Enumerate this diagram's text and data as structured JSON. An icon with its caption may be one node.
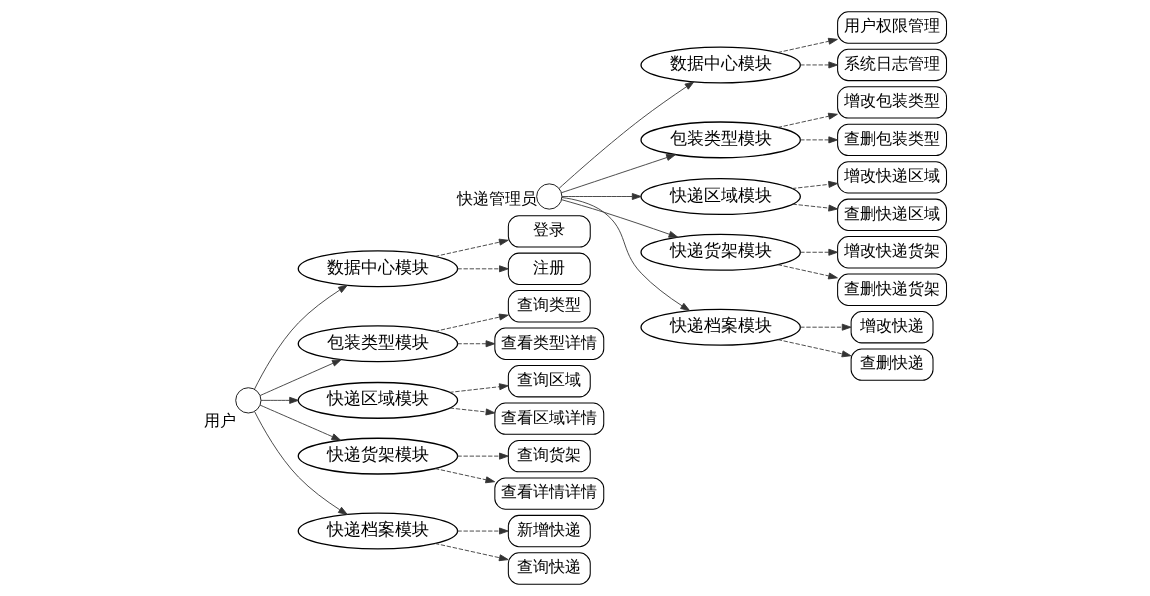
{
  "diagram": {
    "nodes": [
      {
        "text": [],
        "shape": "person",
        "beside": [
          "用户"
        ]
      },
      {
        "text": [
          "数据中心模块"
        ]
      },
      {
        "text": [
          "包装类型模块"
        ]
      },
      {
        "text": [
          "快递区域模块"
        ]
      },
      {
        "text": [
          "快递货架模块"
        ]
      },
      {
        "text": [
          "快递档案模块"
        ]
      },
      {
        "text": [
          "登录"
        ]
      },
      {
        "text": [
          "注册"
        ]
      },
      {
        "text": [
          "查询类型"
        ]
      },
      {
        "text": [
          "查看类型详情"
        ]
      },
      {
        "text": [
          "查询区域"
        ]
      },
      {
        "text": [
          "查看区域详情"
        ]
      },
      {
        "text": [
          "查询货架"
        ]
      },
      {
        "text": [
          "查看详情详情"
        ]
      },
      {
        "text": [
          "新增快递"
        ]
      },
      {
        "text": [
          "查询快递"
        ]
      },
      {
        "text": [],
        "shape": "person",
        "beside": [
          "快递管理员"
        ]
      },
      {
        "text": [
          "数据中心模块"
        ]
      },
      {
        "text": [
          "包装类型模块"
        ]
      },
      {
        "text": [
          "快递区域模块"
        ]
      },
      {
        "text": [
          "快递货架模块"
        ]
      },
      {
        "text": [
          "快递档案模块"
        ]
      },
      {
        "text": [
          "用户权限管理"
        ]
      },
      {
        "text": [
          "系统日志管理"
        ]
      },
      {
        "text": [
          "增改包装类型"
        ]
      },
      {
        "text": [
          "查删包装类型"
        ]
      },
      {
        "text": [
          "增改快递区域"
        ]
      },
      {
        "text": [
          "查删快递区域"
        ]
      },
      {
        "text": [
          "增改快递货架"
        ]
      },
      {
        "text": [
          "查删快递货架"
        ]
      },
      {
        "text": [
          "增改快递"
        ]
      },
      {
        "text": [
          "查删快递"
        ]
      }
    ],
    "edges": [
      {
        "from": 0,
        "to": 1,
        "arrow": "to"
      },
      {
        "from": 0,
        "to": 2,
        "arrow": "to"
      },
      {
        "from": 0,
        "to": 3,
        "arrow": "to"
      },
      {
        "from": 0,
        "to": 4,
        "arrow": "to"
      },
      {
        "from": 0,
        "to": 5,
        "arrow": "to"
      },
      {
        "from": 1,
        "to": 6,
        "arrow": "to",
        "style": "dashed"
      },
      {
        "from": 1,
        "to": 7,
        "arrow": "to",
        "style": "dashed"
      },
      {
        "from": 2,
        "to": 8,
        "arrow": "to",
        "style": "dashed"
      },
      {
        "from": 2,
        "to": 9,
        "arrow": "to",
        "style": "dashed"
      },
      {
        "from": 3,
        "to": 10,
        "arrow": "to",
        "style": "dashed"
      },
      {
        "from": 3,
        "to": 11,
        "arrow": "to",
        "style": "dashed"
      },
      {
        "from": 4,
        "to": 12,
        "arrow": "to",
        "style": "dashed"
      },
      {
        "from": 4,
        "to": 13,
        "arrow": "to",
        "style": "dashed"
      },
      {
        "from": 5,
        "to": 14,
        "arrow": "to",
        "style": "dashed"
      },
      {
        "from": 5,
        "to": 15,
        "arrow": "to",
        "style": "dashed"
      },
      {
        "from": 16,
        "to": 17,
        "arrow": "to"
      },
      {
        "from": 16,
        "to": 18,
        "arrow": "to"
      },
      {
        "from": 16,
        "to": 19,
        "arrow": "to"
      },
      {
        "from": 16,
        "to": 20,
        "arrow": "to"
      },
      {
        "from": 16,
        "to": 21,
        "arrow": "to"
      },
      {
        "from": 17,
        "to": 22,
        "arrow": "to",
        "style": "dashed"
      },
      {
        "from": 17,
        "to": 23,
        "arrow": "to",
        "style": "dashed"
      },
      {
        "from": 18,
        "to": 24,
        "arrow": "to",
        "style": "dashed"
      },
      {
        "from": 18,
        "to": 25,
        "arrow": "to",
        "style": "dashed"
      },
      {
        "from": 19,
        "to": 26,
        "arrow": "to",
        "style": "dashed"
      },
      {
        "from": 19,
        "to": 27,
        "arrow": "to",
        "style": "dashed"
      },
      {
        "from": 20,
        "to": 28,
        "arrow": "to",
        "style": "dashed"
      },
      {
        "from": 20,
        "to": 29,
        "arrow": "to",
        "style": "dashed"
      },
      {
        "from": 21,
        "to": 30,
        "arrow": "to",
        "style": "dashed"
      },
      {
        "from": 21,
        "to": 31,
        "arrow": "to",
        "style": "dashed"
      }
    ]
  }
}
